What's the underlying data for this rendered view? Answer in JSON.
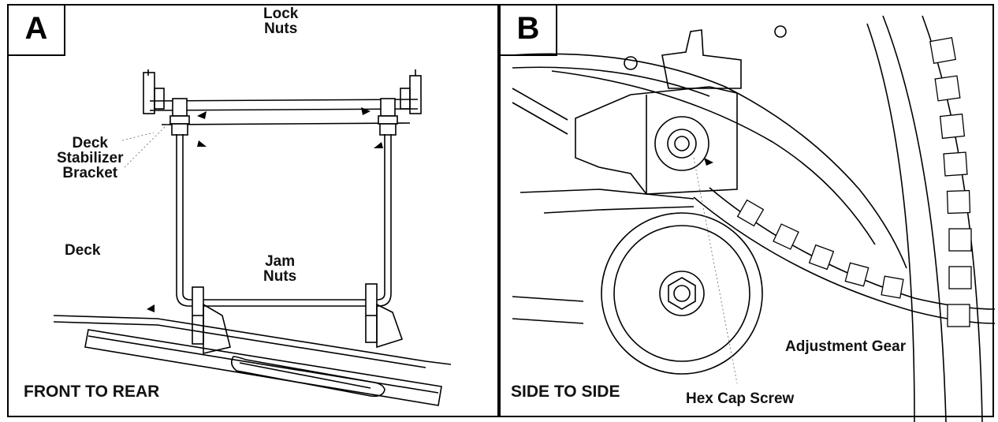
{
  "panel_a": {
    "badge": "A",
    "caption": "FRONT TO REAR",
    "labels": {
      "lock_nuts": "Lock\nNuts",
      "deck_stabilizer_bracket": "Deck\nStabilizer\nBracket",
      "deck": "Deck",
      "jam_nuts": "Jam\nNuts"
    }
  },
  "panel_b": {
    "badge": "B",
    "caption": "SIDE TO SIDE",
    "labels": {
      "adjustment_gear": "Adjustment Gear",
      "hex_cap_screw": "Hex Cap Screw"
    }
  }
}
